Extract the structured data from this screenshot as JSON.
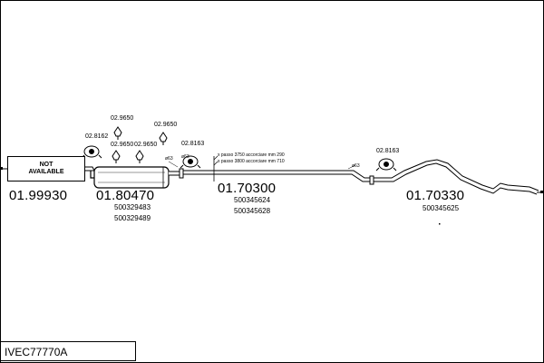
{
  "model_code": "IVEC77770A",
  "not_available": {
    "line1": "NOT",
    "line2": "AVAILABLE"
  },
  "parts": [
    {
      "number": "01.99930",
      "refs": []
    },
    {
      "number": "01.80470",
      "refs": [
        "500329483",
        "500329489"
      ]
    },
    {
      "number": "01.70300",
      "refs": [
        "500345624",
        "500345628"
      ]
    },
    {
      "number": "01.70330",
      "refs": [
        "500345625"
      ]
    }
  ],
  "clamps": {
    "c1": "02.9650",
    "c2": "02.9650",
    "c3": "02.9650",
    "c4": "02.9650",
    "c5": "02.8162",
    "c6": "02.8163",
    "c7": "02.8163"
  },
  "diameters": {
    "d1": "ø63",
    "d2": "ø63",
    "d3": "ø63"
  },
  "pipe_notes": {
    "line1": "x passo 3750 accorciare mm 290",
    "line2": "x passo 3800 accorciare mm 710"
  }
}
